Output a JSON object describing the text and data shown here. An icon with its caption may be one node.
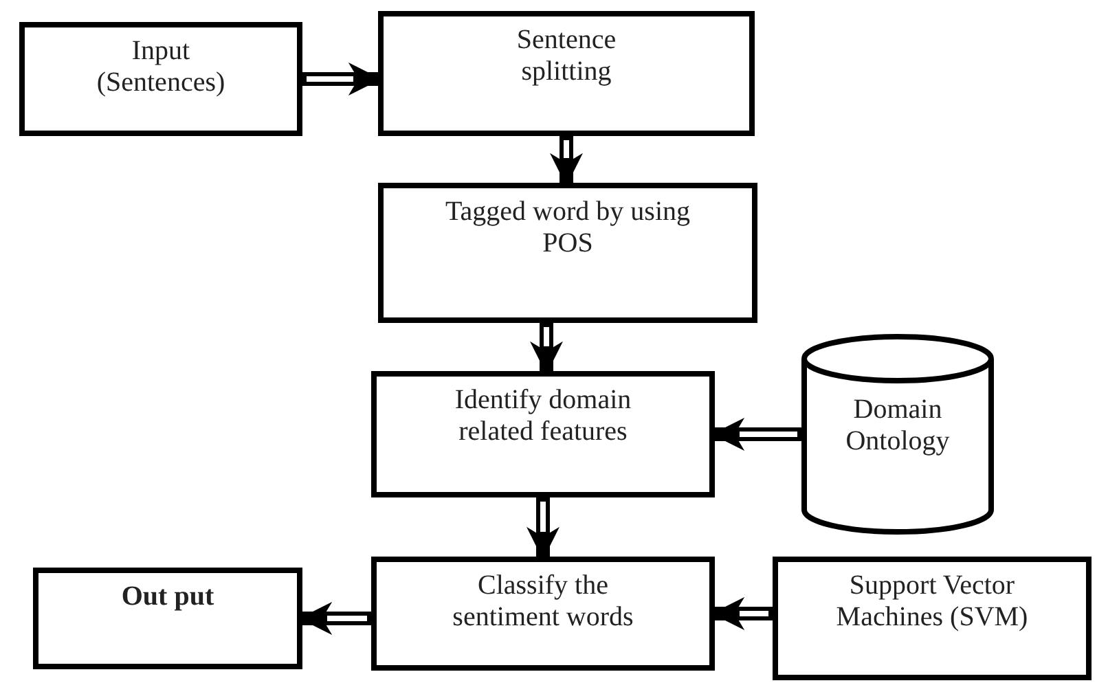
{
  "diagram": {
    "nodes": [
      {
        "text": [
          "Input (Sentences)"
        ]
      },
      {
        "text": [
          "Sentence splitting"
        ]
      },
      {
        "text": [
          "Tagged word by using POS"
        ]
      },
      {
        "text": [
          "Identify domain related features"
        ]
      },
      {
        "text": [
          "Domain Ontology"
        ]
      },
      {
        "text": [
          "Out put"
        ]
      },
      {
        "text": [
          "Classify the sentiment words"
        ]
      },
      {
        "text": [
          "Support Vector Machines (SVM)"
        ]
      }
    ],
    "edges": [
      {
        "from": 0,
        "to": 1,
        "arrow": "to"
      },
      {
        "from": 1,
        "to": 2,
        "arrow": "to"
      },
      {
        "from": 2,
        "to": 3,
        "arrow": "to"
      },
      {
        "from": 4,
        "to": 3,
        "arrow": "to"
      },
      {
        "from": 3,
        "to": 6,
        "arrow": "to"
      },
      {
        "from": 7,
        "to": 6,
        "arrow": "to"
      },
      {
        "from": 6,
        "to": 5,
        "arrow": "to"
      }
    ]
  }
}
